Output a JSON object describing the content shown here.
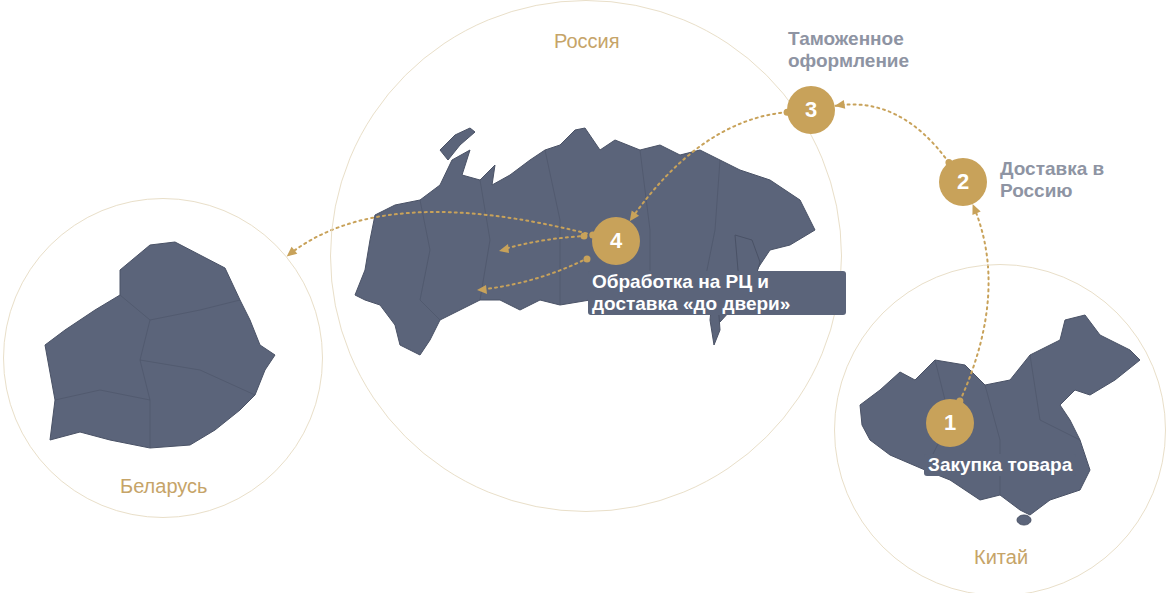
{
  "diagram": {
    "nodes": [
      {
        "text": [
          "Россия"
        ]
      },
      {
        "text": [
          "Беларусь"
        ]
      },
      {
        "text": [
          "Китай"
        ]
      },
      {
        "text": [
          "1",
          "Закупка товара"
        ],
        "in": 2
      },
      {
        "text": [
          "2",
          "Доставка в Россию"
        ]
      },
      {
        "text": [
          "3",
          "Таможенное оформление"
        ]
      },
      {
        "text": [
          "4",
          "Обработка на РЦ и доставка «до двери»"
        ],
        "in": 0
      }
    ],
    "edges": [
      {
        "from": 3,
        "to": 4,
        "arrow": "to"
      },
      {
        "from": 4,
        "to": 5,
        "arrow": "to"
      },
      {
        "from": 5,
        "to": 6,
        "arrow": "to"
      },
      {
        "from": 6,
        "to": 1,
        "arrow": "to"
      }
    ]
  }
}
